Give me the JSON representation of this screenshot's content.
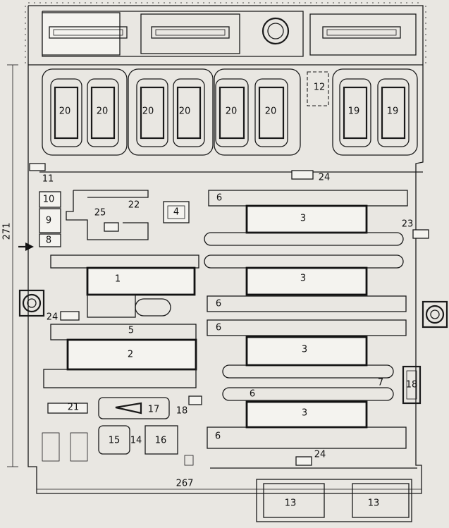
{
  "labels": {
    "b1": "1",
    "b2": "2",
    "b3a": "3",
    "b3b": "3",
    "b3c": "3",
    "b3d": "3",
    "b4": "4",
    "b5": "5",
    "b6a": "6",
    "b6b": "6",
    "b6c": "6",
    "b6d": "6",
    "b6e": "6",
    "b7": "7",
    "b8": "8",
    "b9": "9",
    "b10": "10",
    "b11": "11",
    "b12": "12",
    "b13a": "13",
    "b13b": "13",
    "b14": "14",
    "b15": "15",
    "b16": "16",
    "b17": "17",
    "b18a": "18",
    "b18b": "18",
    "b19a": "19",
    "b19b": "19",
    "b20a": "20",
    "b20b": "20",
    "b20c": "20",
    "b20d": "20",
    "b20e": "20",
    "b20f": "20",
    "b21": "21",
    "b22": "22",
    "b23": "23",
    "b24a": "24",
    "b24b": "24",
    "b24c": "24",
    "b25": "25"
  },
  "dimensions": {
    "width": "267",
    "height": "271"
  }
}
